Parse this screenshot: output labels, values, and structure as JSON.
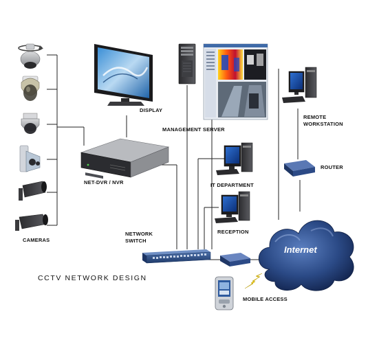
{
  "title": "CCTV  NETWORK  DESIGN",
  "labels": {
    "display": "DISPLAY",
    "management_server": "MANAGEMENT SERVER",
    "remote_workstation_1": "REMOTE",
    "remote_workstation_2": "WORKSTATION",
    "router": "ROUTER",
    "net_dvr": "NET-DVR  /  NVR",
    "it_department": "IT DEPARTMENT",
    "reception": "RECEPTION",
    "network_switch_1": "NETWORK",
    "network_switch_2": "SWITCH",
    "cameras": "CAMERAS",
    "internet": "Internet",
    "mobile_access": "MOBILE ACCESS"
  },
  "icons": {
    "cameras": [
      "ptz-camera-icon",
      "dome-camera-icon",
      "speed-dome-camera-icon",
      "box-camera-icon",
      "bullet-camera-icon",
      "bullet-camera-icon"
    ],
    "display": "monitor-icon",
    "server": "tower-server-icon",
    "dvr": "rack-recorder-icon",
    "switch": "network-switch-icon",
    "router": "router-icon",
    "cloud": "cloud-icon",
    "mobile": "pda-icon"
  },
  "colors": {
    "switch_blue": "#2c4f86",
    "router_blue": "#3a5894",
    "cloud_blue": "#2a4780",
    "lightning_yellow": "#f2d21b"
  }
}
